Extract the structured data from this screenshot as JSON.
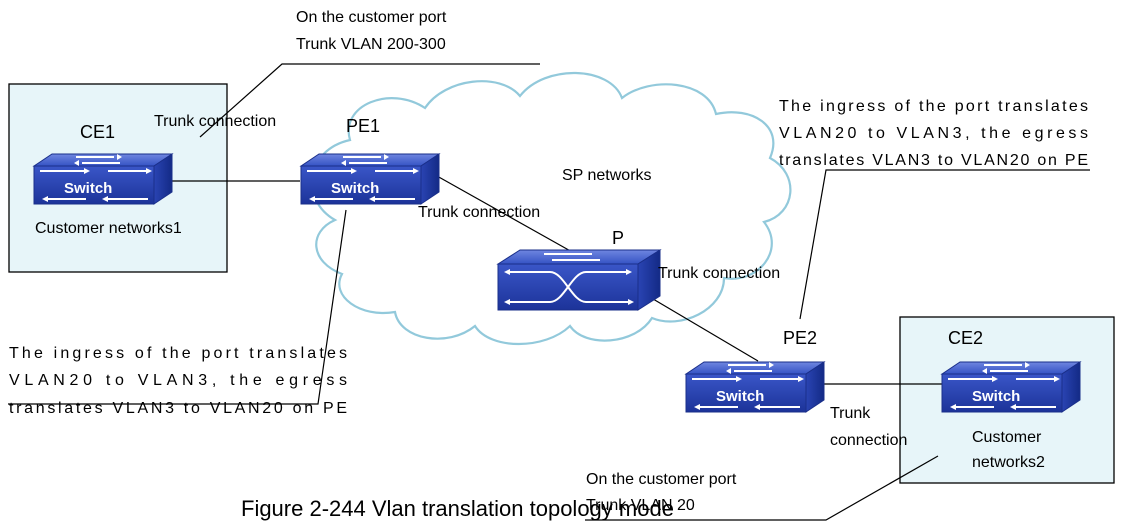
{
  "figure": {
    "caption": "Figure 2-244 Vlan translation topology mode"
  },
  "cloud": {
    "label": "SP networks"
  },
  "customer_sites": [
    {
      "device": "CE1",
      "network": "Customer networks1"
    },
    {
      "device": "CE2",
      "network_line1": "Customer",
      "network_line2": "networks2"
    }
  ],
  "devices": {
    "pe1": "PE1",
    "pe2": "PE2",
    "p": "P",
    "switch_label": "Switch"
  },
  "connections": {
    "ce1_pe1": "Trunk connection",
    "pe1_p": "Trunk connection",
    "p_pe2": "Trunk connection",
    "pe2_ce2_line1": "Trunk",
    "pe2_ce2_line2": "connection"
  },
  "notes": {
    "top": {
      "line1": "On the customer port",
      "line2": "Trunk VLAN 200-300"
    },
    "bottom": {
      "line1": "On the customer port",
      "line2": "Trunk VLAN 20"
    },
    "right": [
      "The ingress of the port translates",
      "VLAN20 to VLAN3, the egress",
      "translates VLAN3 to VLAN20 on PE"
    ],
    "left": [
      "The ingress of the port translates",
      "VLAN20 to VLAN3, the egress",
      "translates VLAN3 to VLAN20 on PE"
    ]
  }
}
